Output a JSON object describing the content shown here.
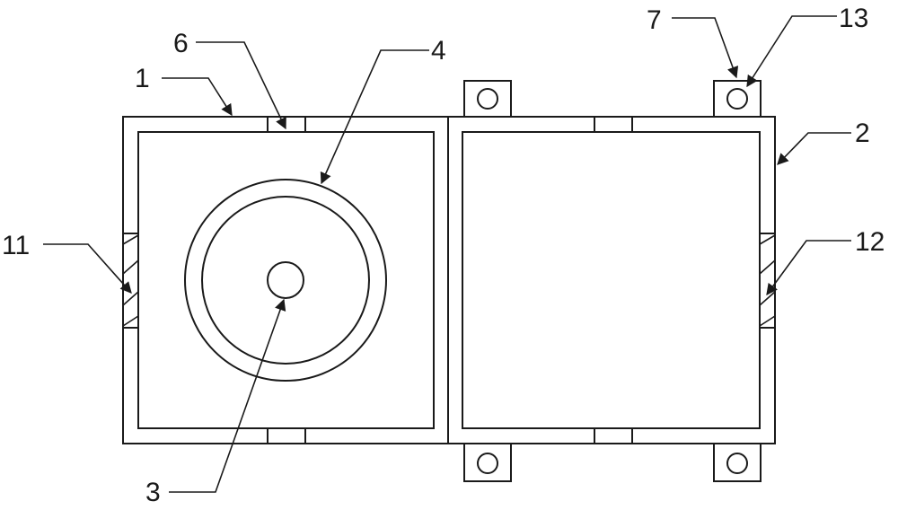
{
  "diagram": {
    "labels": {
      "l1": "1",
      "l2": "2",
      "l3": "3",
      "l4": "4",
      "l6": "6",
      "l7": "7",
      "l11": "11",
      "l12": "12",
      "l13": "13"
    },
    "colors": {
      "stroke": "#1a1a1a",
      "background": "#ffffff"
    }
  }
}
